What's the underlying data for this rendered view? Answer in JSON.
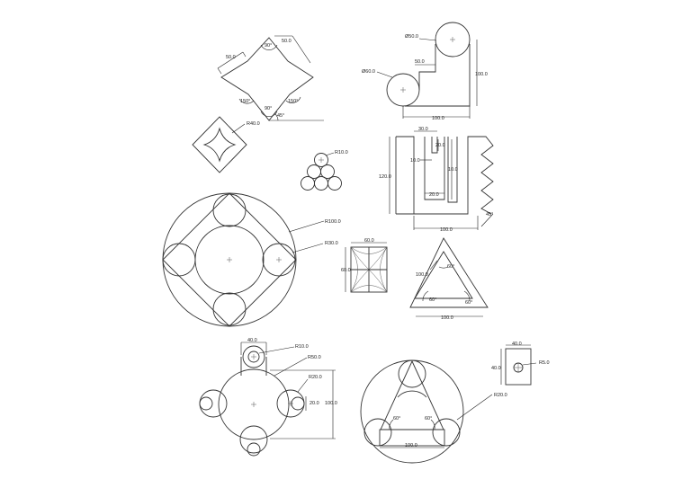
{
  "drawing": {
    "fig1": {
      "dims": [
        "50.0",
        "50.0",
        "90°",
        "150°",
        "150°",
        "90°",
        "45°"
      ]
    },
    "fig2": {
      "dims": [
        "Ø50.0",
        "Ø60.0",
        "50.0",
        "100.0",
        "100.0"
      ]
    },
    "fig3": {
      "dims": [
        "R40.0"
      ]
    },
    "fig4": {
      "dims": [
        "R10.0"
      ]
    },
    "fig5": {
      "dims": [
        "30.0",
        "20.0",
        "10.0",
        "120.0",
        "10.0",
        "20.0",
        "100.0",
        "45°"
      ]
    },
    "fig6": {
      "dims": [
        "R100.0",
        "R30.0"
      ]
    },
    "fig7": {
      "dims": [
        "60.0",
        "60.0"
      ]
    },
    "fig8": {
      "dims": [
        "60°",
        "100.0",
        "60°",
        "60°",
        "100.0"
      ]
    },
    "fig9": {
      "dims": [
        "40.0",
        "R10.0",
        "R50.0",
        "R20.0",
        "20.0",
        "100.0"
      ]
    },
    "fig10": {
      "dims": [
        "40.0",
        "40.0",
        "R5.0"
      ]
    },
    "fig11": {
      "dims": [
        "R20.0",
        "60°",
        "60°",
        "100.0"
      ]
    }
  }
}
